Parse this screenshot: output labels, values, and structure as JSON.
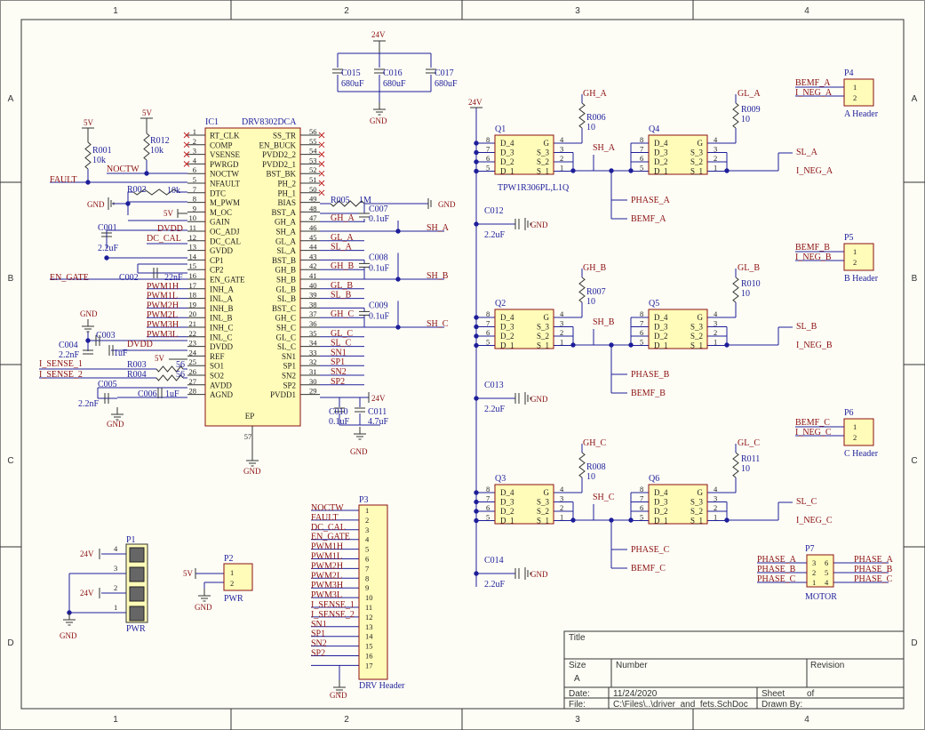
{
  "frame": {
    "columns": [
      "1",
      "2",
      "3",
      "4"
    ],
    "rows": [
      "A",
      "B",
      "C",
      "D"
    ]
  },
  "title_block": {
    "title_label": "Title",
    "size_label": "Size",
    "size_value": "A",
    "number_label": "Number",
    "revision_label": "Revision",
    "date_label": "Date:",
    "date_value": "11/24/2020",
    "sheet_label": "Sheet",
    "of_label": "of",
    "file_label": "File:",
    "file_value": "C:\\Files\\..\\driver_and_fets.SchDoc",
    "drawn_by_label": "Drawn By:"
  },
  "ic1": {
    "designator": "IC1",
    "part": "DRV8302DCA",
    "left_pins": [
      {
        "num": "1",
        "name": "RT_CLK"
      },
      {
        "num": "2",
        "name": "COMP"
      },
      {
        "num": "3",
        "name": "VSENSE"
      },
      {
        "num": "4",
        "name": "PWRGD"
      },
      {
        "num": "6",
        "name": "NOCTW"
      },
      {
        "num": "5",
        "name": "NFAULT"
      },
      {
        "num": "7",
        "name": "DTC"
      },
      {
        "num": "8",
        "name": "M_PWM"
      },
      {
        "num": "9",
        "name": "M_OC"
      },
      {
        "num": "10",
        "name": "GAIN"
      },
      {
        "num": "11",
        "name": "OC_ADJ"
      },
      {
        "num": "12",
        "name": "DC_CAL"
      },
      {
        "num": "13",
        "name": "GVDD"
      },
      {
        "num": "14",
        "name": "CP1"
      },
      {
        "num": "15",
        "name": "CP2"
      },
      {
        "num": "16",
        "name": "EN_GATE"
      },
      {
        "num": "17",
        "name": "INH_A"
      },
      {
        "num": "18",
        "name": "INL_A"
      },
      {
        "num": "19",
        "name": "INH_B"
      },
      {
        "num": "20",
        "name": "INL_B"
      },
      {
        "num": "21",
        "name": "INH_C"
      },
      {
        "num": "22",
        "name": "INL_C"
      },
      {
        "num": "23",
        "name": "DVDD"
      },
      {
        "num": "24",
        "name": "REF"
      },
      {
        "num": "25",
        "name": "SO1"
      },
      {
        "num": "26",
        "name": "SO2"
      },
      {
        "num": "27",
        "name": "AVDD"
      },
      {
        "num": "28",
        "name": "AGND"
      }
    ],
    "right_pins": [
      {
        "num": "56",
        "name": "SS_TR"
      },
      {
        "num": "55",
        "name": "EN_BUCK"
      },
      {
        "num": "54",
        "name": "PVDD2_2"
      },
      {
        "num": "53",
        "name": "PVDD2_1"
      },
      {
        "num": "52",
        "name": "BST_BK"
      },
      {
        "num": "51",
        "name": "PH_2"
      },
      {
        "num": "50",
        "name": "PH_1"
      },
      {
        "num": "49",
        "name": "BIAS"
      },
      {
        "num": "48",
        "name": "BST_A"
      },
      {
        "num": "47",
        "name": "GH_A"
      },
      {
        "num": "46",
        "name": "SH_A"
      },
      {
        "num": "45",
        "name": "GL_A"
      },
      {
        "num": "44",
        "name": "SL_A"
      },
      {
        "num": "43",
        "name": "BST_B"
      },
      {
        "num": "42",
        "name": "GH_B"
      },
      {
        "num": "41",
        "name": "SH_B"
      },
      {
        "num": "40",
        "name": "GL_B"
      },
      {
        "num": "39",
        "name": "SL_B"
      },
      {
        "num": "38",
        "name": "BST_C"
      },
      {
        "num": "37",
        "name": "GH_C"
      },
      {
        "num": "36",
        "name": "SH_C"
      },
      {
        "num": "35",
        "name": "GL_C"
      },
      {
        "num": "34",
        "name": "SL_C"
      },
      {
        "num": "33",
        "name": "SN1"
      },
      {
        "num": "32",
        "name": "SP1"
      },
      {
        "num": "31",
        "name": "SN2"
      },
      {
        "num": "30",
        "name": "SP2"
      },
      {
        "num": "29",
        "name": "PVDD1"
      }
    ],
    "bottom_pin": {
      "num": "57",
      "name": "EP"
    }
  },
  "ic1_left_nets": {
    "fault": "FAULT",
    "noctw": "NOCTW",
    "en_gate": "EN_GATE",
    "pwm": [
      "PWM1H",
      "PWM1L",
      "PWM2H",
      "PWM2L",
      "PWM3H",
      "PWM3L"
    ],
    "dvdd": "DVDD",
    "dc_cal": "DC_CAL",
    "dvdd2": "DVDD",
    "i_sense_1": "I_SENSE_1",
    "i_sense_2": "I_SENSE_2"
  },
  "ic1_right_nets": {
    "gh_a": "GH_A",
    "sh_a": "SH_A",
    "gl_a": "GL_A",
    "sl_a": "SL_A",
    "gh_b": "GH_B",
    "sh_b": "SH_B",
    "gl_b": "GL_B",
    "sl_b": "SL_B",
    "gh_c": "GH_C",
    "sh_c": "SH_C",
    "gl_c": "GL_C",
    "sl_c": "SL_C",
    "sn1": "SN1",
    "sp1": "SP1",
    "sn2": "SN2",
    "sp2": "SP2"
  },
  "power": {
    "v5": "5V",
    "v24": "24V",
    "gnd": "GND"
  },
  "passives": {
    "r001": {
      "ref": "R001",
      "val": "10k"
    },
    "r012": {
      "ref": "R012",
      "val": "10k"
    },
    "r002": {
      "ref": "R002",
      "val": "10k"
    },
    "r003": {
      "ref": "R003",
      "val": "56"
    },
    "r004": {
      "ref": "R004",
      "val": "56"
    },
    "r005": {
      "ref": "R005",
      "val": "1M"
    },
    "c001": {
      "ref": "C001",
      "val": "2.2uF"
    },
    "c002": {
      "ref": "C002",
      "val": "22nF"
    },
    "c003": {
      "ref": "C003",
      "val": "1uF"
    },
    "c004": {
      "ref": "C004",
      "val": "2.2nF"
    },
    "c005": {
      "ref": "C005",
      "val": "2.2nF"
    },
    "c006": {
      "ref": "C006",
      "val": "1uF"
    },
    "c007": {
      "ref": "C007",
      "val": "0.1uF"
    },
    "c008": {
      "ref": "C008",
      "val": "0.1uF"
    },
    "c009": {
      "ref": "C009",
      "val": "0.1uF"
    },
    "c010": {
      "ref": "C010",
      "val": "0.1uF"
    },
    "c011": {
      "ref": "C011",
      "val": "4.7uF"
    },
    "c015": {
      "ref": "C015",
      "val": "680uF"
    },
    "c016": {
      "ref": "C016",
      "val": "680uF"
    },
    "c017": {
      "ref": "C017",
      "val": "680uF"
    }
  },
  "fets": {
    "part": "TPW1R306PL,L1Q",
    "pins_left": [
      "D_4",
      "D_3",
      "D_2",
      "D_1"
    ],
    "pins_right": [
      "G",
      "S_3",
      "S_2",
      "S_1"
    ],
    "nums_left": [
      "8",
      "7",
      "6",
      "5"
    ],
    "nums_right": [
      "4",
      "3",
      "2",
      "1"
    ],
    "phases": [
      {
        "qh": "Q1",
        "ql": "Q4",
        "rh": "R006",
        "rl": "R009",
        "rval": "10",
        "gh": "GH_A",
        "gl": "GL_A",
        "sh": "SH_A",
        "sl": "SL_A",
        "ineg": "I_NEG_A",
        "phase": "PHASE_A",
        "bemf": "BEMF_A",
        "cap": "C012",
        "capval": "2.2uF"
      },
      {
        "qh": "Q2",
        "ql": "Q5",
        "rh": "R007",
        "rl": "R010",
        "rval": "10",
        "gh": "GH_B",
        "gl": "GL_B",
        "sh": "SH_B",
        "sl": "SL_B",
        "ineg": "I_NEG_B",
        "phase": "PHASE_B",
        "bemf": "BEMF_B",
        "cap": "C013",
        "capval": "2.2uF"
      },
      {
        "qh": "Q3",
        "ql": "Q6",
        "rh": "R008",
        "rl": "R011",
        "rval": "10",
        "gh": "GH_C",
        "gl": "GL_C",
        "sh": "SH_C",
        "sl": "SL_C",
        "ineg": "I_NEG_C",
        "phase": "PHASE_C",
        "bemf": "BEMF_C",
        "cap": "C014",
        "capval": "2.2uF"
      }
    ]
  },
  "headers": {
    "p4": {
      "ref": "P4",
      "name": "A Header",
      "n1": "BEMF_A",
      "n2": "I_NEG_A"
    },
    "p5": {
      "ref": "P5",
      "name": "B Header",
      "n1": "BEMF_B",
      "n2": "I_NEG_B"
    },
    "p6": {
      "ref": "P6",
      "name": "C Header",
      "n1": "BEMF_C",
      "n2": "I_NEG_C"
    },
    "p7": {
      "ref": "P7",
      "name": "MOTOR",
      "left": [
        "PHASE_A",
        "PHASE_B",
        "PHASE_C"
      ],
      "right": [
        "PHASE_A",
        "PHASE_B",
        "PHASE_C"
      ],
      "lnums": [
        "3",
        "2",
        "1"
      ],
      "rnums": [
        "6",
        "5",
        "4"
      ]
    },
    "p1": {
      "ref": "P1",
      "name": "PWR"
    },
    "p2": {
      "ref": "P2",
      "name": "PWR"
    },
    "p3": {
      "ref": "P3",
      "name": "DRV Header",
      "nets": [
        "NOCTW",
        "FAULT",
        "DC_CAL",
        "EN_GATE",
        "PWM1H",
        "PWM1L",
        "PWM2H",
        "PWM2L",
        "PWM3H",
        "PWM3L",
        "I_SENSE_1",
        "I_SENSE_2",
        "SN1",
        "SP1",
        "SN2",
        "SP2",
        ""
      ],
      "nums": [
        "1",
        "2",
        "3",
        "4",
        "5",
        "6",
        "7",
        "8",
        "9",
        "10",
        "11",
        "12",
        "13",
        "14",
        "15",
        "16",
        "17"
      ]
    }
  }
}
